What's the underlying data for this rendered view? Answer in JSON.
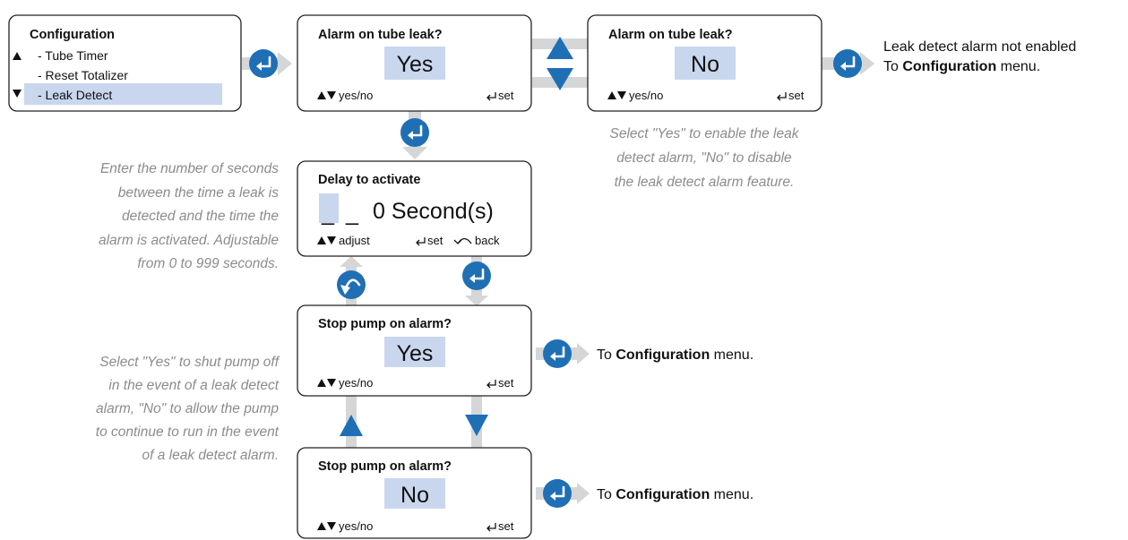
{
  "config_menu": {
    "title": "Configuration",
    "items": [
      "- Tube Timer",
      "- Reset Totalizer",
      "- Leak Detect"
    ]
  },
  "alarm_yes": {
    "title": "Alarm on tube leak?",
    "value": "Yes",
    "hint": "yes/no",
    "set": "set"
  },
  "alarm_no": {
    "title": "Alarm on tube leak?",
    "value": "No",
    "hint": "yes/no",
    "set": "set"
  },
  "delay": {
    "title": "Delay to activate",
    "value": "0 Second(s)",
    "hint": "adjust",
    "set": "set",
    "back": "back"
  },
  "stop_yes": {
    "title": "Stop pump on alarm?",
    "value": "Yes",
    "hint": "yes/no",
    "set": "set"
  },
  "stop_no": {
    "title": "Stop pump on alarm?",
    "value": "No",
    "hint": "yes/no",
    "set": "set"
  },
  "outcome_top": {
    "line1": "Leak detect alarm not enabled",
    "prefix": "To ",
    "bold": "Configuration",
    "suffix": " menu."
  },
  "outcome_mid": {
    "prefix": "To ",
    "bold": "Configuration",
    "suffix": " menu."
  },
  "outcome_bot": {
    "prefix": "To ",
    "bold": "Configuration",
    "suffix": " menu."
  },
  "notes": {
    "alarm": [
      "Select \"Yes\" to enable the leak",
      "detect alarm, \"No\" to disable",
      "the leak detect alarm feature."
    ],
    "delay": [
      "Enter the number of seconds",
      "between the time a leak is",
      "detected and the time the",
      "alarm is activated. Adjustable",
      "from 0 to 999 seconds."
    ],
    "stop": [
      "Select \"Yes\" to shut pump off",
      "in the event of a leak detect",
      "alarm, \"No\" to allow the pump",
      "to continue to run in the event",
      "of a leak detect alarm."
    ]
  },
  "icons": [
    "enter-icon",
    "back-icon",
    "up-triangle-icon",
    "down-triangle-icon"
  ],
  "colors": {
    "accent": "#1f6fb5",
    "highlight": "#c9d7ee",
    "connector": "#d4d6d8",
    "note": "#8a8c8f"
  }
}
